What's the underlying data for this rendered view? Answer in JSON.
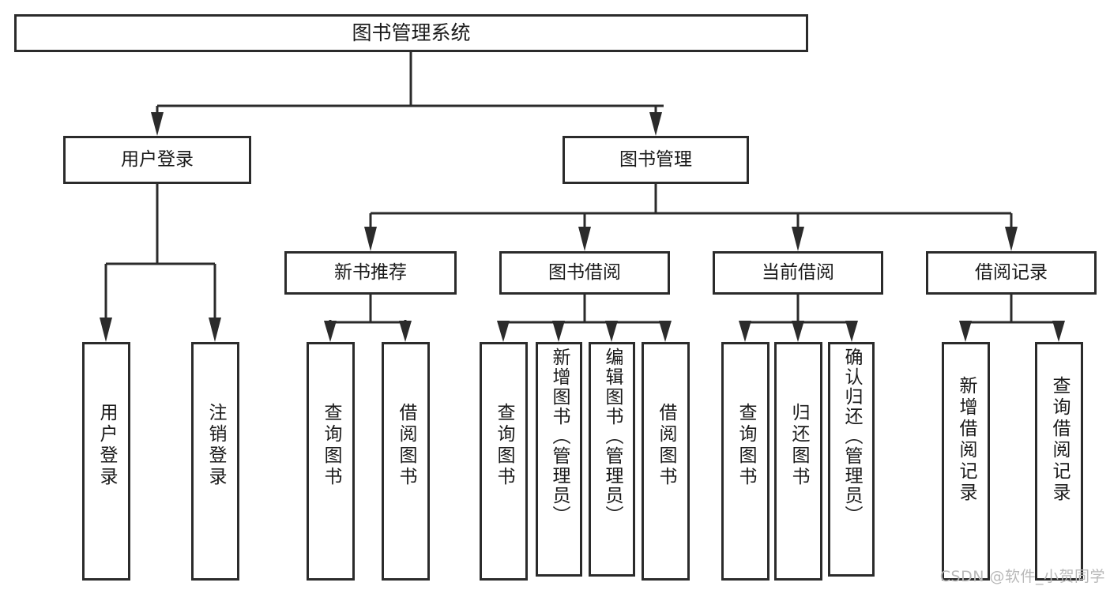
{
  "diagram": {
    "title": "图书管理系统",
    "type": "tree-hierarchy-chart",
    "watermark": "CSDN @软件_小贺同学",
    "colors": {
      "stroke": "#2b2b2b",
      "box_fill": "#ffffff",
      "text": "#1a1a1a",
      "watermark": "#b9b9b9",
      "background": "#ffffff"
    }
  },
  "nodes": {
    "root": {
      "label": "图书管理系统"
    },
    "level2": [
      {
        "label": "用户登录"
      },
      {
        "label": "图书管理"
      }
    ],
    "level3": [
      {
        "label": "新书推荐"
      },
      {
        "label": "图书借阅"
      },
      {
        "label": "当前借阅"
      },
      {
        "label": "借阅记录"
      }
    ],
    "leaves": {
      "user_login": [
        {
          "label": "用户登录"
        },
        {
          "label": "注销登录"
        }
      ],
      "new_book_recommend": [
        {
          "label": "查询图书"
        },
        {
          "label": "借阅图书"
        }
      ],
      "book_borrow": [
        {
          "label": "查询图书"
        },
        {
          "label": "新增图书（管理员）"
        },
        {
          "label": "编辑图书（管理员）"
        },
        {
          "label": "借阅图书"
        }
      ],
      "current_borrow": [
        {
          "label": "查询图书"
        },
        {
          "label": "归还图书"
        },
        {
          "label": "确认归还（管理员）"
        }
      ],
      "borrow_record": [
        {
          "label": "新增借阅记录"
        },
        {
          "label": "查询借阅记录"
        }
      ]
    }
  }
}
